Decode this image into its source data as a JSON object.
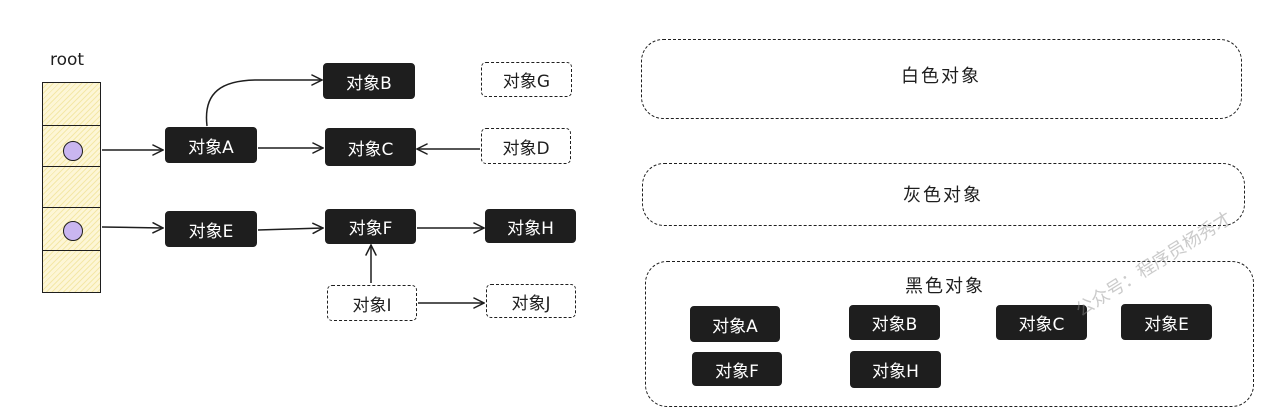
{
  "root_label": "root",
  "nodes": {
    "a": "对象A",
    "b": "对象B",
    "c": "对象C",
    "d": "对象D",
    "e": "对象E",
    "f": "对象F",
    "g": "对象G",
    "h": "对象H",
    "i": "对象I",
    "j": "对象J"
  },
  "zones": {
    "white": {
      "label": "白色对象",
      "items": []
    },
    "gray": {
      "label": "灰色对象",
      "items": []
    },
    "black": {
      "label": "黑色对象",
      "items": [
        "对象A",
        "对象B",
        "对象C",
        "对象E",
        "对象F",
        "对象H"
      ]
    }
  },
  "watermark": "公众号：程序员杨秀才",
  "colors": {
    "dark_node": "#1e1e1e",
    "root_ref": "#c9b6f0",
    "stack_fill": "#fdf6d6"
  }
}
